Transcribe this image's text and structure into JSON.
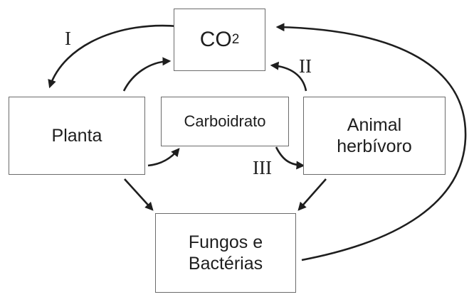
{
  "diagram": {
    "nodes": {
      "co2": {
        "main": "CO",
        "subscript": "2"
      },
      "planta": {
        "label": "Planta"
      },
      "carboidrato": {
        "label": "Carboidrato"
      },
      "animal": {
        "line1": "Animal",
        "line2": "herbívoro"
      },
      "fungos": {
        "line1": "Fungos e",
        "line2": "Bactérias"
      }
    },
    "arrow_labels": {
      "i": "I",
      "ii": "II",
      "iii": "III"
    },
    "edges": [
      {
        "from": "co2",
        "to": "planta",
        "label": "I"
      },
      {
        "from": "planta",
        "to": "co2"
      },
      {
        "from": "animal",
        "to": "co2",
        "label": "II"
      },
      {
        "from": "planta",
        "to": "carboidrato"
      },
      {
        "from": "carboidrato",
        "to": "animal",
        "label": "III"
      },
      {
        "from": "planta",
        "to": "fungos"
      },
      {
        "from": "animal",
        "to": "fungos"
      },
      {
        "from": "fungos",
        "to": "co2"
      }
    ],
    "colors": {
      "stroke": "#1e1e1e",
      "box_border": "#6b6b6b",
      "background": "#ffffff"
    }
  }
}
